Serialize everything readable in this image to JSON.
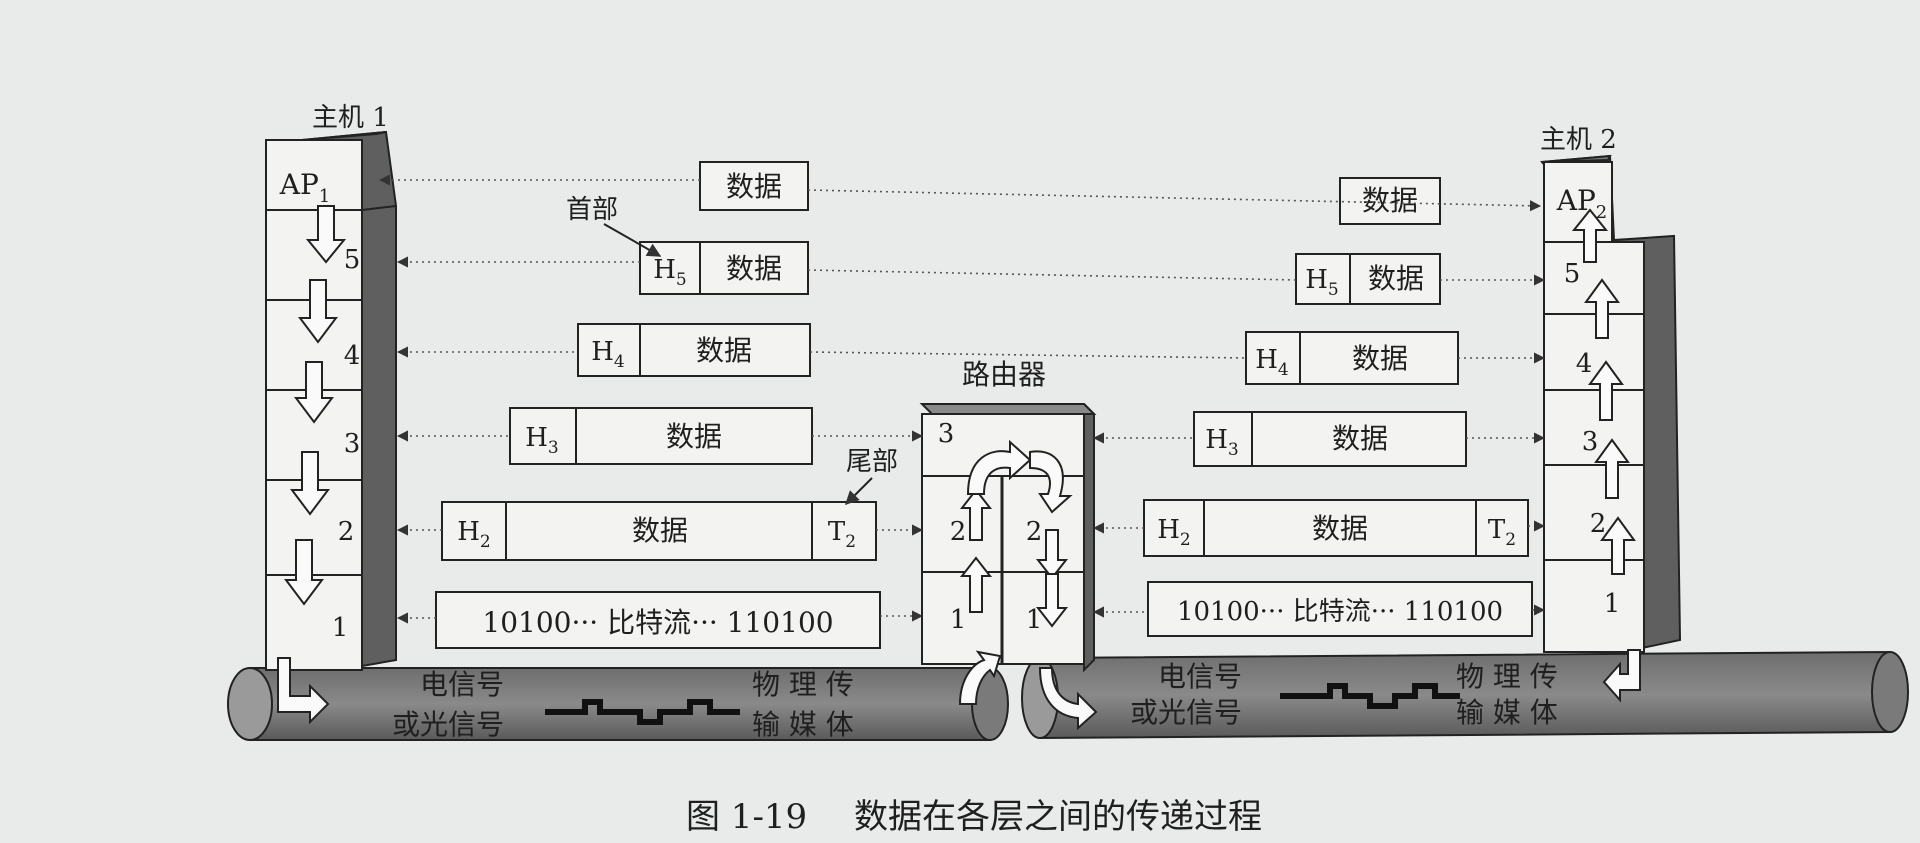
{
  "labels": {
    "host1": "主机 1",
    "host2": "主机 2",
    "router": "路由器",
    "header": "首部",
    "trailer": "尾部",
    "medium_left_signal": [
      "电信号",
      "或光信号"
    ],
    "medium_right_signal": [
      "电信号",
      "或光信号"
    ],
    "medium_left_physical": [
      "物 理 传",
      "输 媒 体"
    ],
    "medium_right_physical": [
      "物 理 传",
      "输 媒 体"
    ]
  },
  "host1": {
    "app": "AP",
    "app_sub": "1",
    "layers": [
      "5",
      "4",
      "3",
      "2",
      "1"
    ]
  },
  "host2": {
    "app": "AP",
    "app_sub": "2",
    "layers": [
      "5",
      "4",
      "3",
      "2",
      "1"
    ]
  },
  "router_layers": [
    "3",
    "2",
    "2",
    "1",
    "1"
  ],
  "packets": {
    "data": "数据",
    "h5": "H",
    "h5_sub": "5",
    "h4": "H",
    "h4_sub": "4",
    "h3": "H",
    "h3_sub": "3",
    "h2": "H",
    "h2_sub": "2",
    "t2": "T",
    "t2_sub": "2",
    "bitstream": "10100··· 比特流··· 110100"
  },
  "caption": {
    "number": "图 1-19",
    "text": "数据在各层之间的传递过程"
  }
}
